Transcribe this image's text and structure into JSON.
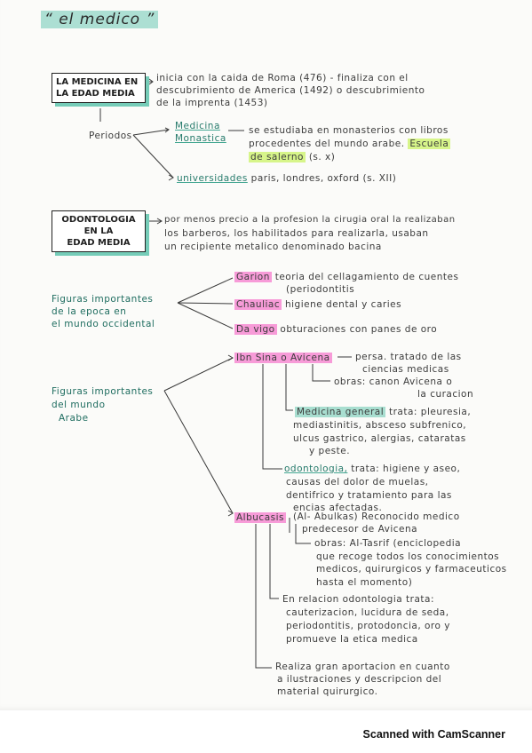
{
  "title": "“ el medico ”",
  "sections": {
    "medieval": {
      "box_line1": "LA MEDICINA EN",
      "box_line2": "LA EDAD MEDIA",
      "desc1": "inicia con la caida de Roma (476) - finaliza con el",
      "desc2": "descubrimiento de America (1492) o descubrimiento",
      "desc3": "de la imprenta (1453)",
      "periodos": "Periodos",
      "med_monastica1": "Medicina",
      "med_monastica2": "Monastica",
      "monastica_desc1": "se estudiaba en monasterios con libros",
      "monastica_desc2": "procedentes del mundo arabe.",
      "escuela1": "Escuela",
      "escuela2": "de salerno",
      "escuela_century": "(s. x)",
      "universidades": "universidades",
      "universidades_desc": "paris, londres, oxford (s. XII)"
    },
    "odontologia": {
      "box_line1": "ODONTOLOGIA",
      "box_line2": "EN LA",
      "box_line3": "EDAD MEDIA",
      "desc1": "por menos precio a la profesion la cirugia oral la realizaban",
      "desc2": "los barberos, los habilitados para realizarla, usaban",
      "desc3": "un recipiente metalico denominado bacina"
    },
    "occidental": {
      "label1": "Figuras importantes",
      "label2": "de la epoca en",
      "label3": "el mundo occidental",
      "garion": "Garion",
      "garion_desc1": "teoria del cellagamiento de cuentes",
      "garion_desc2": "(periodontitis",
      "chauliac": "Chauliac",
      "chauliac_desc": "higiene dental y caries",
      "vigo": "Da vigo",
      "vigo_desc": "obturaciones con panes de oro"
    },
    "arabe": {
      "label1": "Figuras importantes",
      "label2": "del mundo",
      "label3": "Arabe",
      "avicena": "Ibn Sina o Avicena",
      "avicena_desc": "persa. tratado de las",
      "avicena_desc2": "ciencias medicas",
      "obras": "obras: canon Avicena o",
      "obras2": "la curacion",
      "medicina_general": "Medicina general",
      "mg_desc1": "trata: pleuresia,",
      "mg_desc2": "mediastinitis, absceso subfrenico,",
      "mg_desc3": "ulcus gastrico, alergias, cataratas",
      "mg_desc4": "y peste.",
      "odontologia1": "odontologia,",
      "odontologia_desc1": "trata: higiene y aseo,",
      "odontologia_desc2": "causas del dolor de muelas,",
      "odontologia_desc3": "dentifrico y tratamiento para las",
      "odontologia_desc4": "encias afectadas.",
      "albucasis": "Albucasis",
      "albucasis_desc1": "(Al- Abulkas) Reconocido medico",
      "albucasis_desc2": "predecesor de Avicena",
      "obras_alb1": "obras: Al-Tasrif (enciclopedia",
      "obras_alb2": "que recoge todos los conocimientos",
      "obras_alb3": "medicos, quirurgicos y farmaceuticos",
      "obras_alb4": "hasta el momento)",
      "rel1": "En relacion odontologia trata:",
      "rel2": "cauterizacion, lucidura de seda,",
      "rel3": "periodontitis, protodoncia, oro y",
      "rel4": "promueve la etica medica",
      "aport1": "Realiza gran aportacion en cuanto",
      "aport2": "a ilustraciones y descripcion del",
      "aport3": "material quirurgico."
    }
  },
  "footer": "Scanned with CamScanner"
}
